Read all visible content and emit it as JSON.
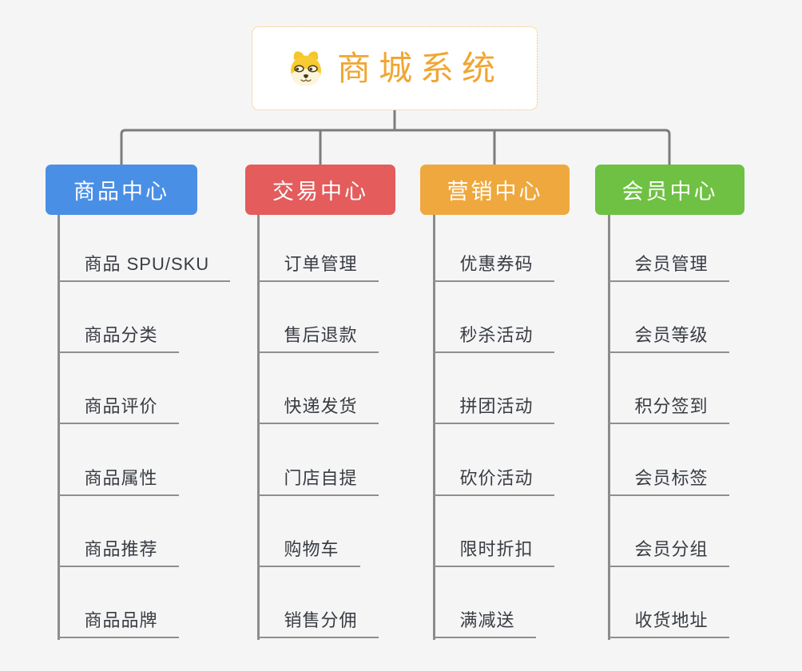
{
  "root": {
    "title": "商城系统",
    "title_color": "#f0a633",
    "border_color": "#f2b95f",
    "icon": "dog-face-icon"
  },
  "branches": [
    {
      "label": "商品中心",
      "color": "#4a8fe6",
      "children": [
        "商品 SPU/SKU",
        "商品分类",
        "商品评价",
        "商品属性",
        "商品推荐",
        "商品品牌"
      ]
    },
    {
      "label": "交易中心",
      "color": "#e45c5c",
      "children": [
        "订单管理",
        "售后退款",
        "快递发货",
        "门店自提",
        "购物车",
        "销售分佣"
      ]
    },
    {
      "label": "营销中心",
      "color": "#efa83d",
      "children": [
        "优惠券码",
        "秒杀活动",
        "拼团活动",
        "砍价活动",
        "限时折扣",
        "满减送"
      ]
    },
    {
      "label": "会员中心",
      "color": "#6ec142",
      "children": [
        "会员管理",
        "会员等级",
        "积分签到",
        "会员标签",
        "会员分组",
        "收货地址"
      ]
    }
  ]
}
